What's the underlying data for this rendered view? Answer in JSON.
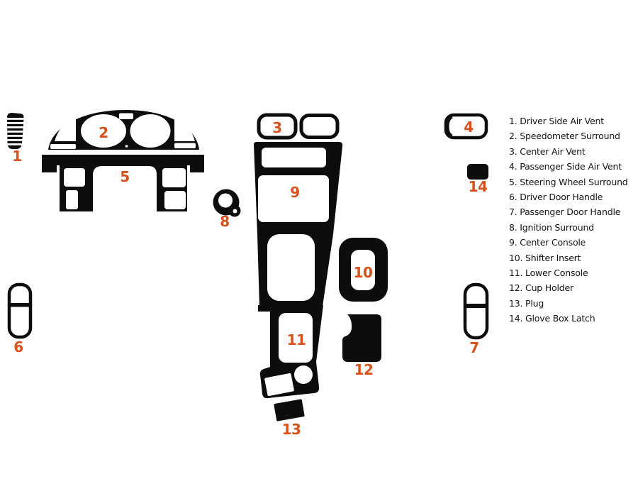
{
  "colors": {
    "ink": "#0d0d0d",
    "accent": "#d8511c",
    "background": "#ffffff"
  },
  "legend_separator": ". ",
  "parts": [
    {
      "num": "1",
      "name": "Driver Side Air Vent"
    },
    {
      "num": "2",
      "name": "Speedometer Surround"
    },
    {
      "num": "3",
      "name": "Center Air Vent"
    },
    {
      "num": "4",
      "name": "Passenger Side Air Vent"
    },
    {
      "num": "5",
      "name": "Steering Wheel Surround"
    },
    {
      "num": "6",
      "name": "Driver Door Handle"
    },
    {
      "num": "7",
      "name": "Passenger Door Handle"
    },
    {
      "num": "8",
      "name": "Ignition Surround"
    },
    {
      "num": "9",
      "name": "Center Console"
    },
    {
      "num": "10",
      "name": "Shifter Insert"
    },
    {
      "num": "11",
      "name": "Lower Console"
    },
    {
      "num": "12",
      "name": "Cup Holder"
    },
    {
      "num": "13",
      "name": "Plug"
    },
    {
      "num": "14",
      "name": "Glove Box Latch"
    }
  ]
}
